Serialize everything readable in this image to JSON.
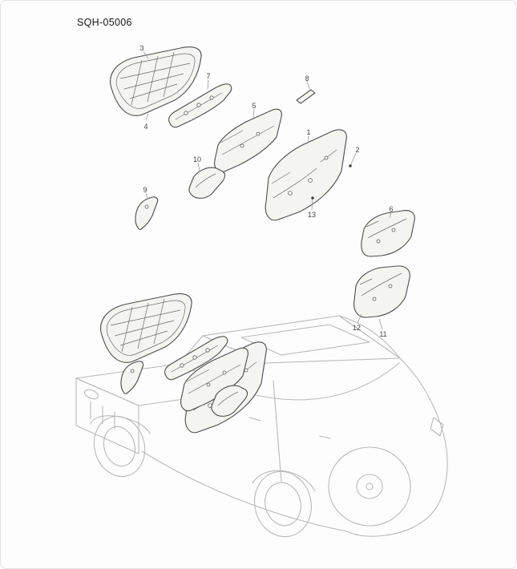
{
  "page": {
    "title": "SQH-05006"
  },
  "diagram": {
    "type": "exploded-parts-view",
    "callouts": [
      {
        "label": "1"
      },
      {
        "label": "2"
      },
      {
        "label": "3"
      },
      {
        "label": "4"
      },
      {
        "label": "5"
      },
      {
        "label": "6"
      },
      {
        "label": "7"
      },
      {
        "label": "8"
      },
      {
        "label": "9"
      },
      {
        "label": "10"
      },
      {
        "label": "11"
      },
      {
        "label": "12"
      },
      {
        "label": "13"
      }
    ],
    "colors": {
      "part_stroke": "#4c4c4c",
      "vehicle_stroke": "#b9b9b9",
      "callout_text": "#444444",
      "leader_line": "#9a9a9a",
      "background": "#fdfdfd",
      "border": "#e3e3e3"
    }
  }
}
